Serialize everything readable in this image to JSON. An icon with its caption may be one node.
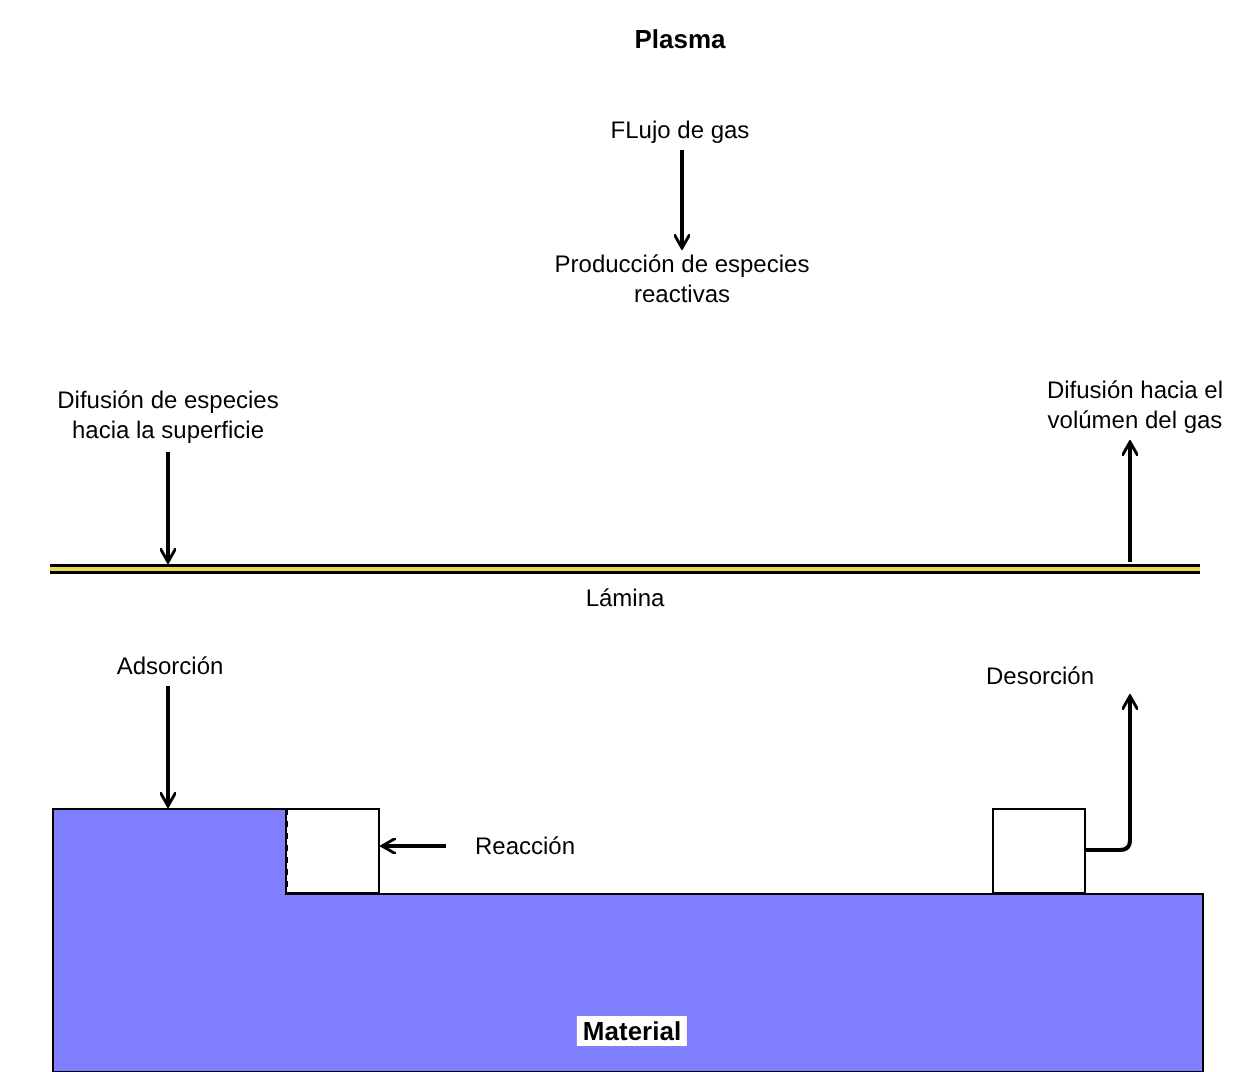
{
  "diagram": {
    "title": "Plasma",
    "nodes": [
      {
        "text": [
          "FLujo de gas"
        ]
      },
      {
        "text": [
          "Producción de especies reactivas"
        ]
      },
      {
        "text": [
          "Difusión de especies hacia la superficie"
        ]
      },
      {
        "text": [
          "Difusión hacia el volúmen del gas"
        ]
      },
      {
        "text": [
          "Lámina"
        ]
      },
      {
        "text": [
          "Adsorción"
        ]
      },
      {
        "text": [
          "Desorción"
        ]
      },
      {
        "text": [
          "Reacción"
        ]
      },
      {
        "text": [],
        "shape": "box"
      },
      {
        "text": [],
        "shape": "box"
      },
      {
        "text": [
          "Material"
        ]
      }
    ],
    "edges": [
      {
        "from": 0,
        "to": 1,
        "arrow": "to"
      },
      {
        "from": 2,
        "to": 4,
        "arrow": "to"
      },
      {
        "from": 4,
        "to": 3,
        "arrow": "to"
      },
      {
        "from": 5,
        "to": 10,
        "arrow": "to"
      },
      {
        "from": 7,
        "to": 8,
        "arrow": "to"
      },
      {
        "from": 9,
        "to": 6,
        "arrow": "to"
      }
    ]
  }
}
